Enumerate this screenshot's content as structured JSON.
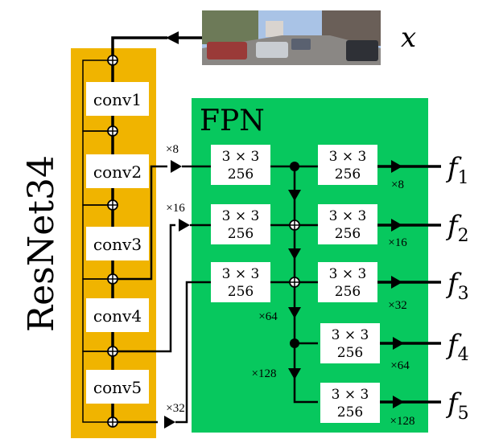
{
  "backbone": {
    "name": "ResNet34",
    "blocks": [
      "conv1",
      "conv2",
      "conv3",
      "conv4",
      "conv5"
    ]
  },
  "input": {
    "label": "x"
  },
  "fpn": {
    "title": "FPN",
    "lateral_convs": [
      {
        "kernel": "3 × 3",
        "channels": "256"
      },
      {
        "kernel": "3 × 3",
        "channels": "256"
      },
      {
        "kernel": "3 × 3",
        "channels": "256"
      }
    ],
    "output_convs": [
      {
        "kernel": "3 × 3",
        "channels": "256"
      },
      {
        "kernel": "3 × 3",
        "channels": "256"
      },
      {
        "kernel": "3 × 3",
        "channels": "256"
      },
      {
        "kernel": "3 × 3",
        "channels": "256"
      },
      {
        "kernel": "3 × 3",
        "channels": "256"
      }
    ]
  },
  "strides": {
    "inputs": [
      "×8",
      "×16",
      "×32"
    ],
    "downsample": [
      "×64",
      "×128"
    ],
    "outputs": [
      "×8",
      "×16",
      "×32",
      "×64",
      "×128"
    ]
  },
  "outputs": [
    {
      "base": "f",
      "sub": "1"
    },
    {
      "base": "f",
      "sub": "2"
    },
    {
      "base": "f",
      "sub": "3"
    },
    {
      "base": "f",
      "sub": "4"
    },
    {
      "base": "f",
      "sub": "5"
    }
  ],
  "colors": {
    "backbone": "#f0b400",
    "fpn": "#07c85e",
    "line": "#000000",
    "box": "#ffffff",
    "sky": "#a9c3e6",
    "road": "#8a8784"
  }
}
